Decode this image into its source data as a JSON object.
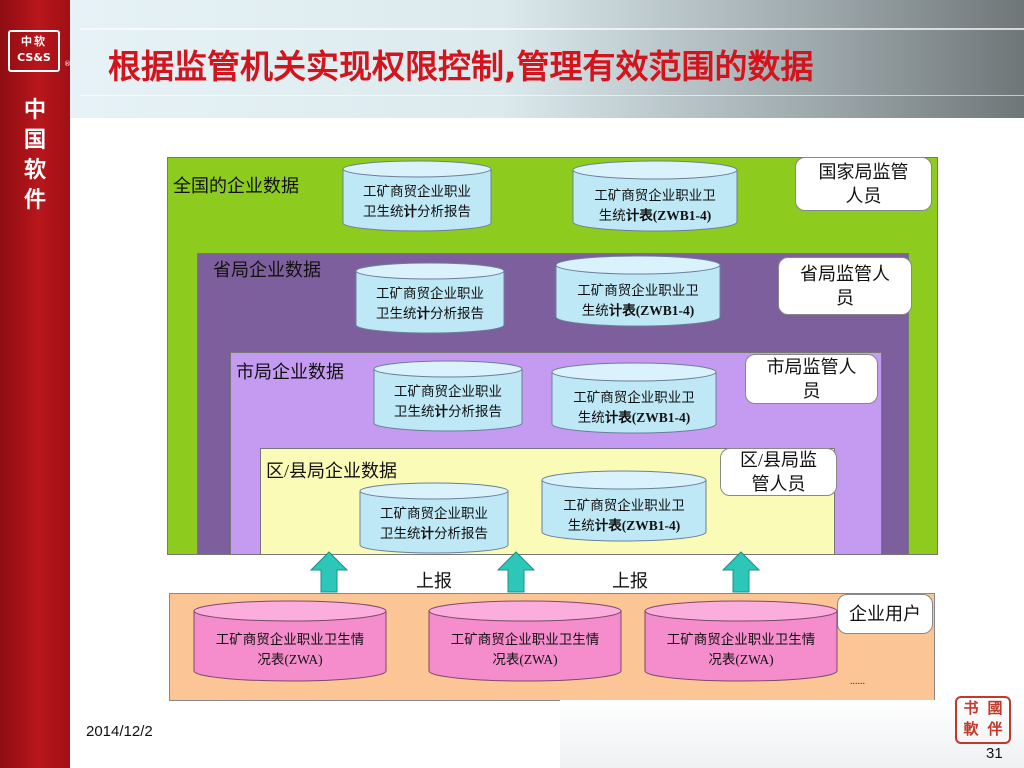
{
  "slide": {
    "title": "根据监管机关实现权限控制,管理有效范围的数据",
    "date": "2014/12/2",
    "page_number": "31"
  },
  "sidebar": {
    "logo_top": "中软",
    "logo_bottom": "CS&S",
    "logo_reg": "®",
    "company_name_chars": [
      "中",
      "国",
      "软",
      "件"
    ],
    "color": "#b8161c"
  },
  "seal": {
    "chars": [
      "书",
      "國",
      "軟",
      "伴"
    ]
  },
  "layers": [
    {
      "label": "全国的企业数据",
      "role": [
        "国家局监管",
        "人员"
      ],
      "color": "#8dcc1e"
    },
    {
      "label": "省局企业数据",
      "role": [
        "省局监管人",
        "员"
      ],
      "color": "#7e5f9e"
    },
    {
      "label": "市局企业数据",
      "role": [
        "市局监管人",
        "员"
      ],
      "color": "#c59bf2"
    },
    {
      "label": "区/县局企业数据",
      "role": [
        "区/县局监",
        "管人员"
      ],
      "color": "#fbfbb8"
    }
  ],
  "cylinders": {
    "report_line1": "工矿商贸企业职业",
    "report_line2_pre": "卫生统",
    "report_line2_bold": "计",
    "report_line2_post": "分析报告",
    "table_line1": "工矿商贸企业职业卫",
    "table_line2_pre": "生统",
    "table_line2_bold": "计",
    "table_line2_post": "表(ZWB1-4)",
    "enterprise_line1": "工矿商贸企业职业卫生情",
    "enterprise_line2": "况表(ZWA)"
  },
  "flow": {
    "report_label_1": "上报",
    "report_label_2": "上报",
    "arrow_color": "#2cc7b8"
  },
  "enterprise": {
    "role": "企业用户",
    "more": "......",
    "color": "#fcc595"
  }
}
